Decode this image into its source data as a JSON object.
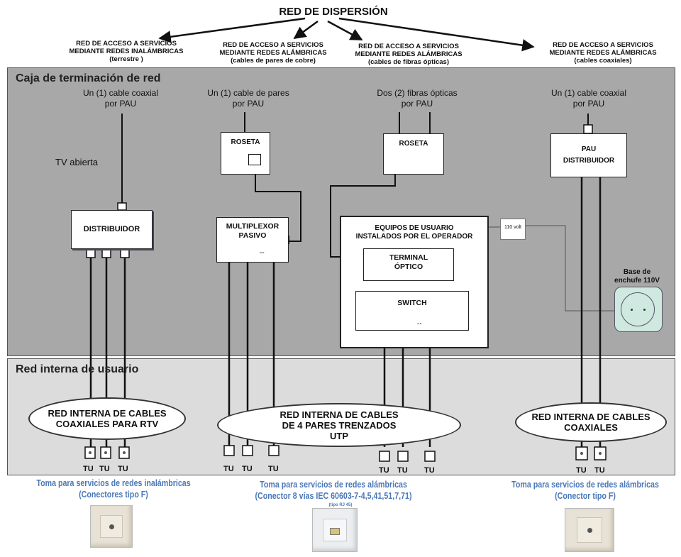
{
  "title": "RED DE  DISPERSIÓN",
  "top_labels": [
    "RED DE ACCESO A SERVICIOS\nMEDIANTE REDES INALÁMBRICAS\n(terrestre )",
    "RED DE ACCESO A SERVICIOS\nMEDIANTE REDES ALÁMBRICAS\n(cables de pares de cobre)",
    "RED DE ACCESO A SERVICIOS\nMEDIANTE REDES ALÁMBRICAS\n(cables de fibras ópticas)",
    "RED DE ACCESO A SERVICIOS\nMEDIANTE REDES ALÁMBRICAS\n(cables coaxiales)"
  ],
  "sections": {
    "top": "Caja de terminación de red",
    "bottom": "Red interna de usuario"
  },
  "cable_labels": [
    "Un (1) cable coaxial\npor PAU",
    "Un (1) cable de pares\npor PAU",
    "Dos (2) fibras ópticas\npor PAU",
    "Un (1) cable coaxial\npor PAU"
  ],
  "tv_label": "TV abierta",
  "boxes": {
    "distribuidor": "DISTRIBUIDOR",
    "roseta1": "ROSETA",
    "multiplexor": "MULTIPLEXOR\nPASIVO",
    "roseta2": "ROSETA",
    "equipos": "EQUIPOS DE USUARIO\nINSTALADOS POR EL OPERADOR",
    "terminal": "TERMINAL\nÓPTICO",
    "switch": "SWITCH",
    "pau": "PAU\nDISTRIBUIDOR",
    "volt": "110 volt",
    "enchufe": "Base de\nenchufe 110V",
    "dots": "--"
  },
  "ellipses": [
    "RED INTERNA DE CABLES\nCOAXIALES PARA RTV",
    "RED INTERNA DE CABLES\nDE 4 PARES TRENZADOS\nUTP",
    "RED INTERNA DE CABLES\nCOAXIALES"
  ],
  "tu": "TU",
  "bottom_captions": [
    "Toma para servicios de redes inalámbricas\n(Conectores tipo F)",
    "Toma para servicios de redes alámbricas\n(Conector 8 vías IEC 60603-7-4,5,41,51,7,71)",
    "Toma para servicios de redes alámbricas\n(Conector tipo F)"
  ],
  "rj45_note": "(tipo RJ 45)",
  "colors": {
    "top_panel": "#a8a8a8",
    "bottom_panel": "#dcdcdc",
    "caption_blue": "#4a78b8"
  }
}
